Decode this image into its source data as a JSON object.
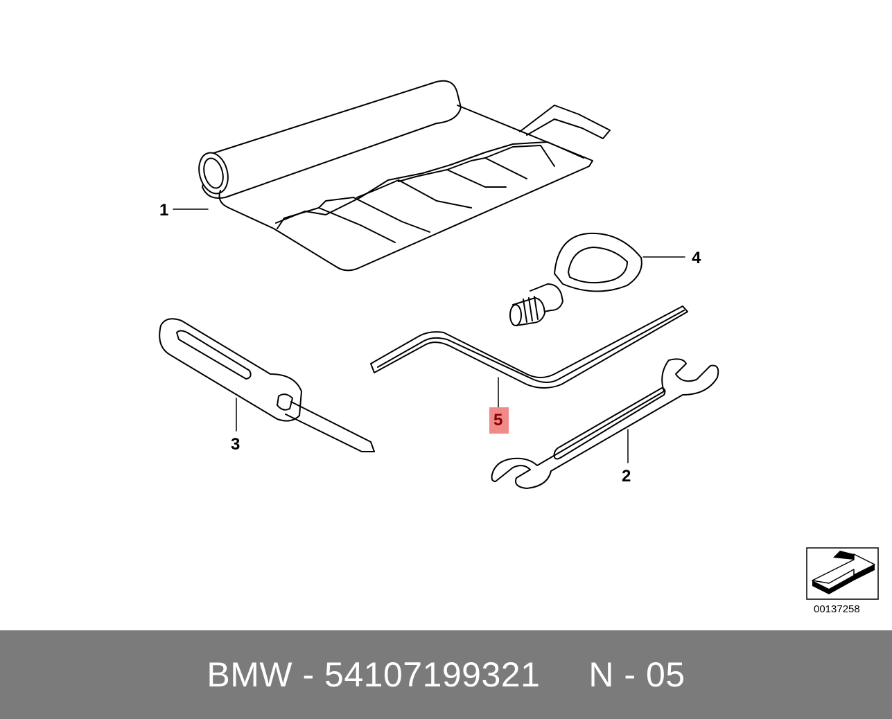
{
  "diagram": {
    "callouts": {
      "c1": "1",
      "c2": "2",
      "c3": "3",
      "c4": "4",
      "c5": "5"
    },
    "highlighted_callout": "5",
    "highlight_color": "#f08a8a",
    "reference_code": "00137258",
    "parts": [
      "tool-roll",
      "open-end-wrench",
      "screwdriver",
      "towing-eye",
      "wheel-brace"
    ]
  },
  "footer": {
    "part_label": "BMW - 54107199321",
    "position_label": "N - 05",
    "background": "#7b7b7b"
  }
}
